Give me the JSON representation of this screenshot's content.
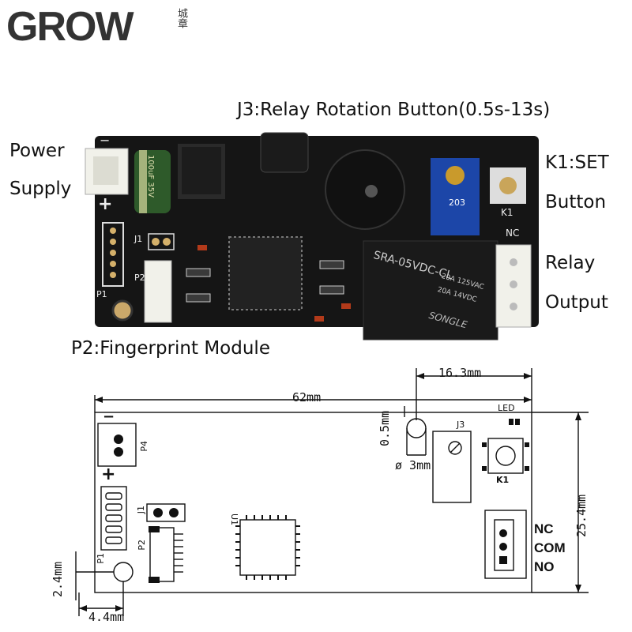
{
  "brand": {
    "logo": "GROW",
    "logo_chinese": "城章"
  },
  "photo_labels": {
    "j3": "J3:Relay Rotation Button(0.5s-13s)",
    "power_line1": "Power",
    "power_line2": "Supply",
    "k1_line1": "K1:SET",
    "k1_line2": "Button",
    "relay_line1": "Relay",
    "relay_line2": "Output",
    "p2": "P2:Fingerprint Module"
  },
  "board_silkscreen": {
    "cap": "100uF 35V",
    "relay": "SRA-05VDC-CL",
    "relay_brand": "SONGLE",
    "relay_rating1": "20A 125VAC",
    "relay_rating2": "20A 14VDC",
    "pot": "203",
    "nc": "NC",
    "k1": "K1",
    "p1": "P1",
    "p2": "P2",
    "j1": "J1",
    "minus": "−",
    "plus": "+"
  },
  "diagram": {
    "width_dim": "62mm",
    "offset_dim": "16.3mm",
    "height_dim": "25.4mm",
    "led_offset_dim": "0.5mm",
    "led_diameter_dim": "ø 3mm",
    "hole_y_dim": "2.4mm",
    "hole_x_dim": "4.4mm",
    "minus": "−",
    "plus": "+",
    "p4": "P4",
    "p1": "P1",
    "p2": "P2",
    "j1": "J1",
    "u1": "U1",
    "j3": "J3",
    "led": "LED",
    "k1": "K1",
    "nc": "NC",
    "com": "COM",
    "no": "NO"
  }
}
